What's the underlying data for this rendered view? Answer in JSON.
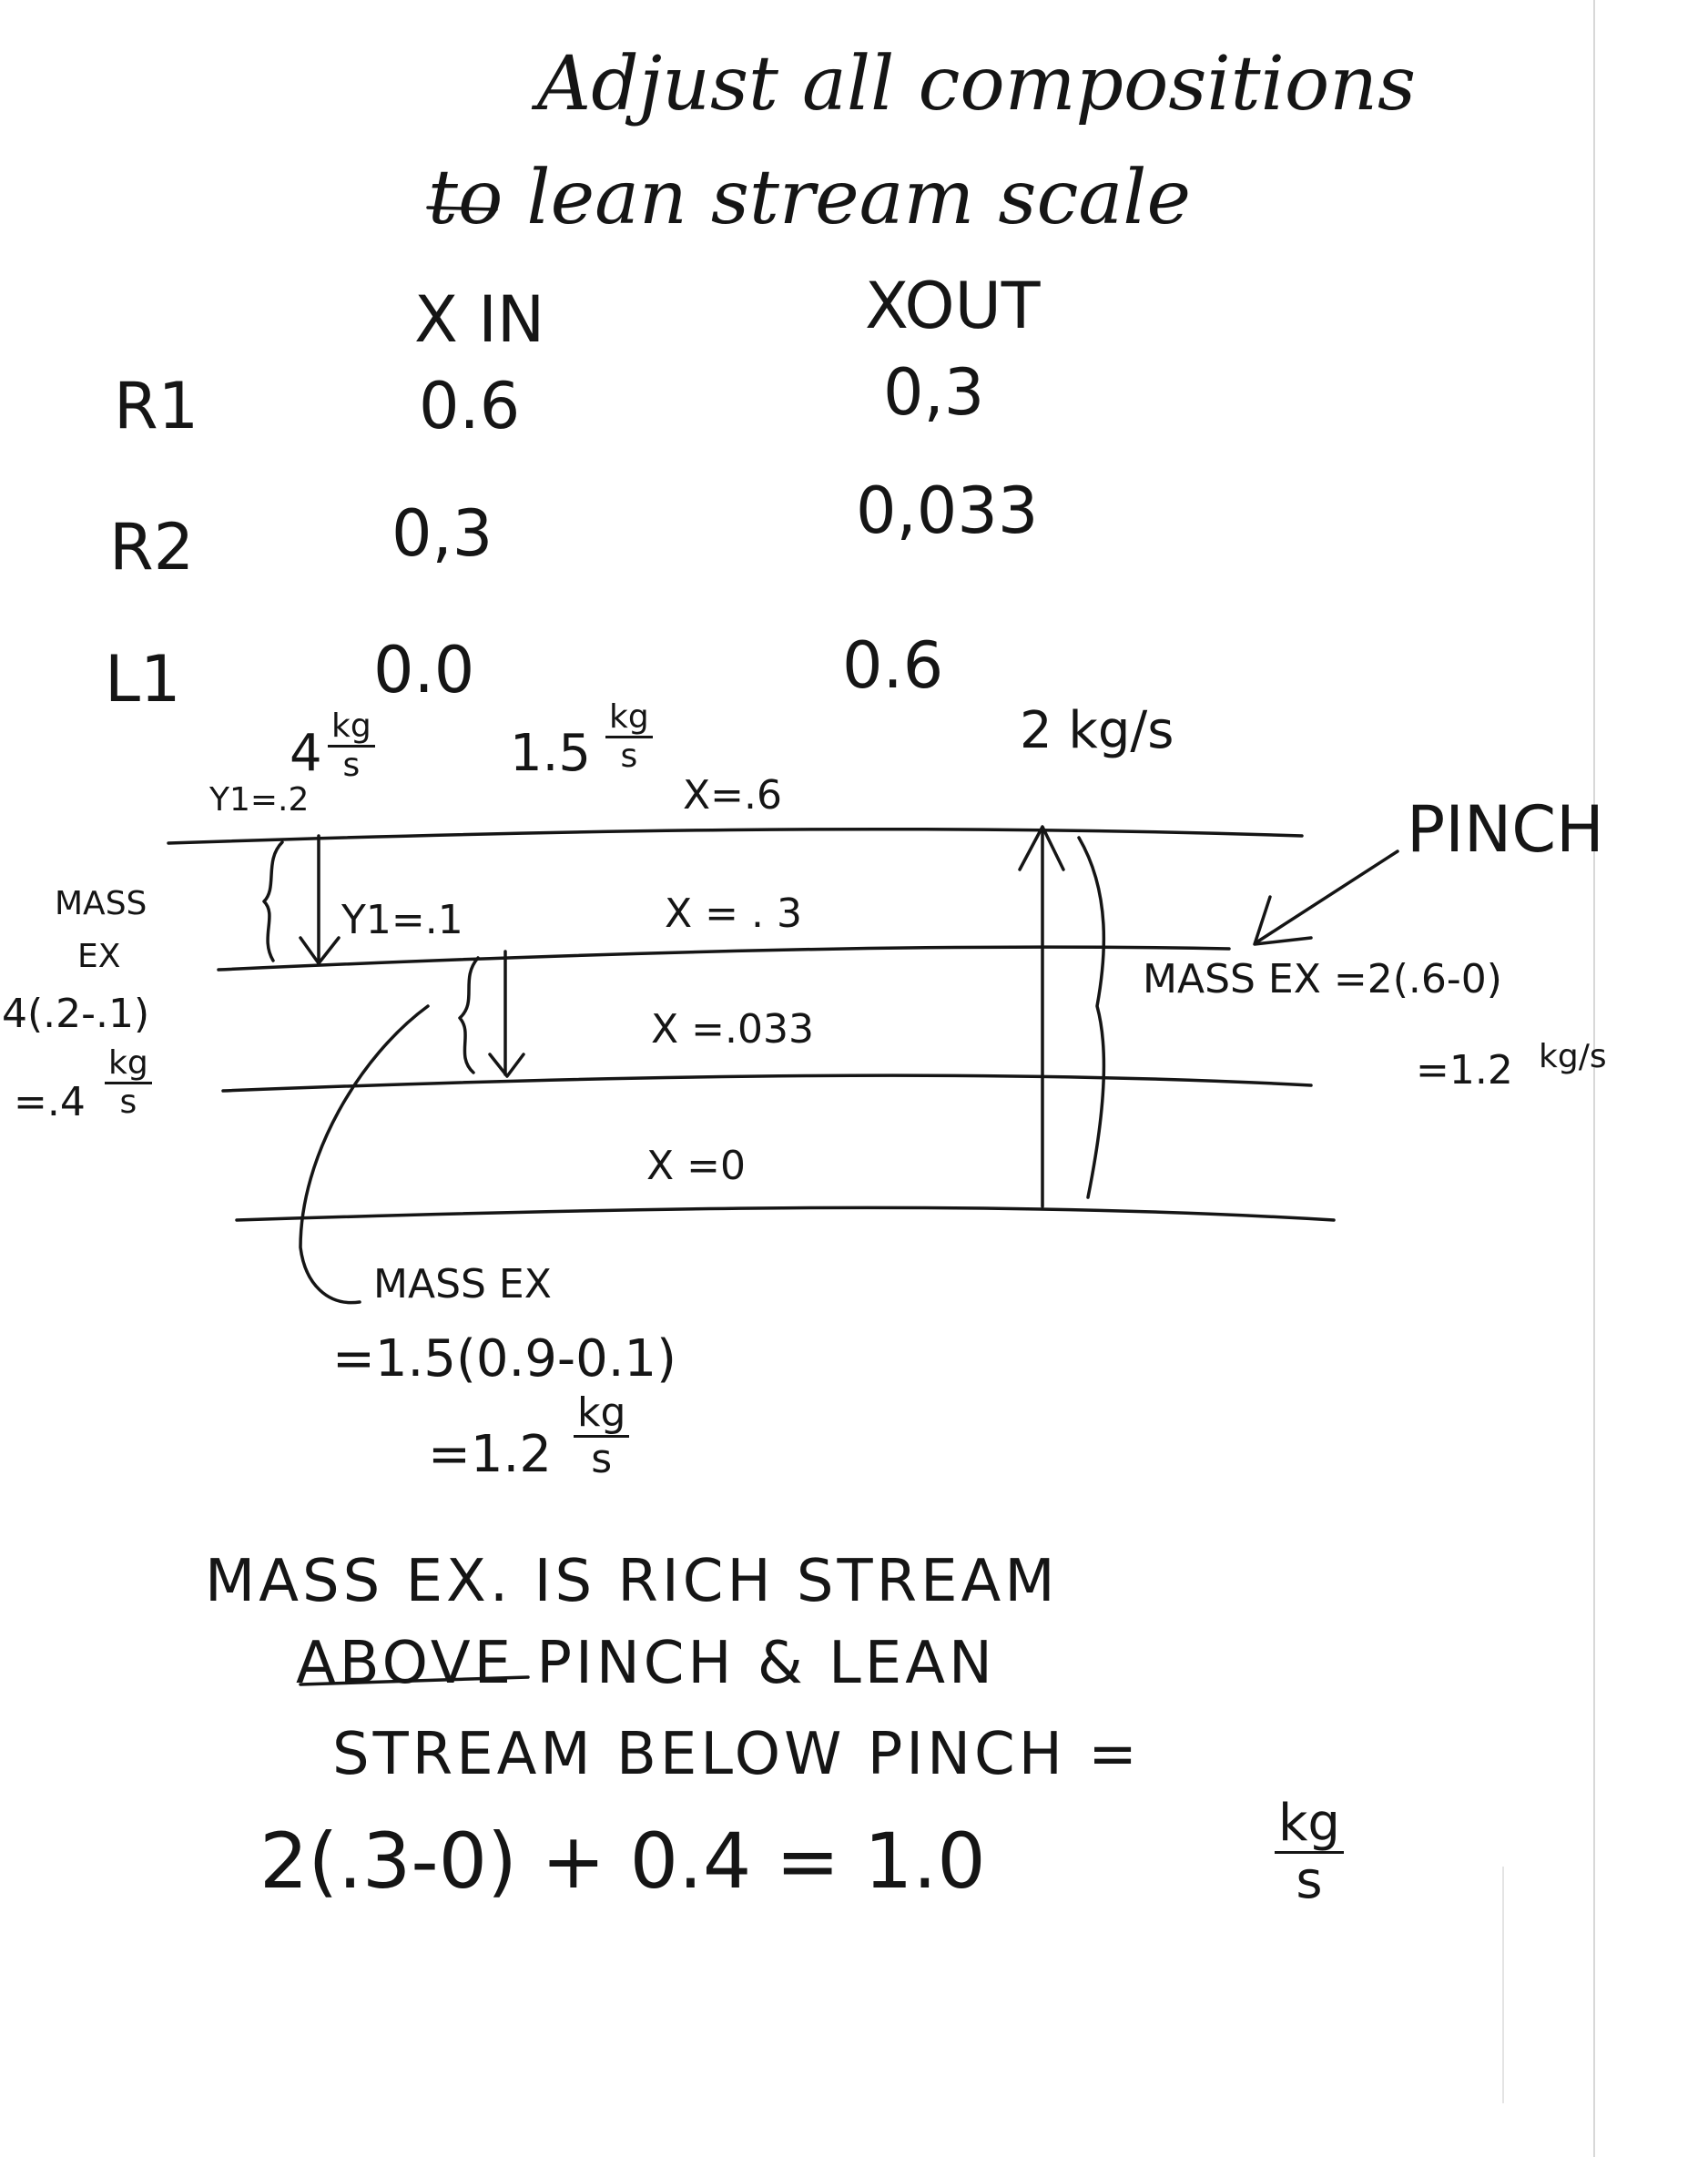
{
  "title": {
    "line1": "Adjust all compositions",
    "line2": "to lean stream scale"
  },
  "table": {
    "col_in": "X IN",
    "col_out": "XOUT",
    "rows": [
      {
        "label": "R1",
        "x_in": "0.6",
        "x_out": "0,3"
      },
      {
        "label": "R2",
        "x_in": "0,3",
        "x_out": "0,033"
      },
      {
        "label": "L1",
        "x_in": "0.0",
        "x_out": "0.6"
      }
    ]
  },
  "flows": {
    "r1_value": "4",
    "r1_num": "kg",
    "r1_den": "s",
    "r2_value": "1.5",
    "r2_num": "kg",
    "r2_den": "s",
    "l1_rate": "2 kg/s"
  },
  "diagram": {
    "y_top": "Y1=.2",
    "y_mid": "Y1=.1",
    "levels": [
      "X=.6",
      "X = . 3",
      "X =.033",
      "X =0"
    ],
    "pinch_label": "PINCH"
  },
  "left_note": {
    "l1": "MASS",
    "l2": "EX",
    "l3": "4(.2-.1)",
    "l4_pre": "=.4",
    "l4_num": "kg",
    "l4_den": "s"
  },
  "right_note": {
    "l1": "MASS EX =2(.6-0)",
    "l2_pre": "=1.2",
    "l2_unit": "kg/s"
  },
  "bottom_note": {
    "l1": "MASS EX",
    "l2": "=1.5(0.9-0.1)",
    "l3_pre": "=1.2",
    "l3_num": "kg",
    "l3_den": "s"
  },
  "conclusion": {
    "line1": "MASS EX. IS RICH STREAM",
    "line2": "ABOVE PINCH & LEAN",
    "line3": "STREAM BELOW PINCH =",
    "equation": "2(.3-0) + 0.4 = 1.0",
    "unit_num": "kg",
    "unit_den": "s"
  }
}
